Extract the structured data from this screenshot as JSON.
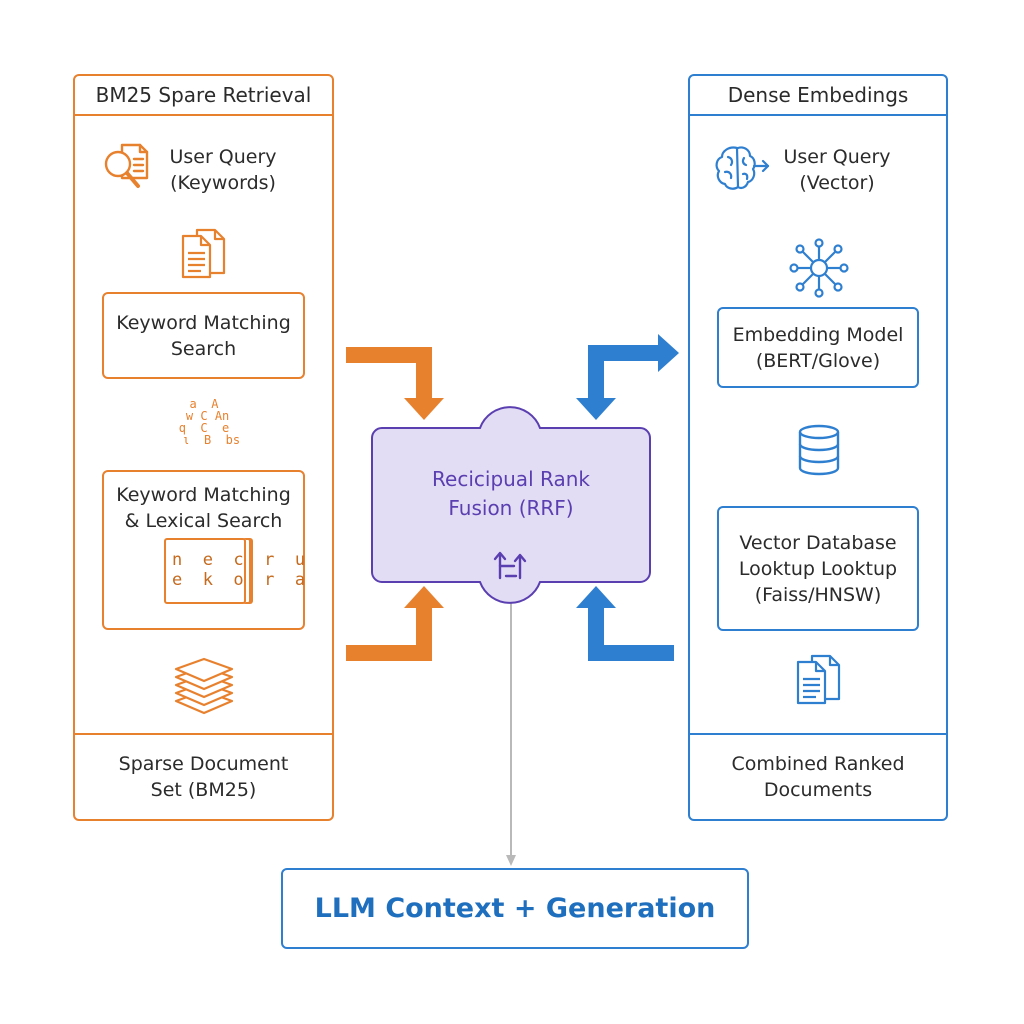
{
  "left_panel": {
    "title": "BM25 Spare Retrieval",
    "query_label": "User Query\n(Keywords)",
    "box1": "Keyword Matching\nSearch",
    "scatter_letters": "a  A\n w C An\nq  C  e\n  ι  B  bs",
    "box2": "Keyword Matching\n& Lexical Search",
    "box2_letters": "n  e  c  r  u\ne  k  o  r  a",
    "footer": "Sparse Document\nSet (BM25)",
    "color": "#e8812e",
    "icons": [
      "search-document-icon",
      "documents-icon",
      "letters-icon",
      "stack-layers-icon"
    ]
  },
  "right_panel": {
    "title": "Dense Embedings",
    "query_label": "User Query\n(Vector)",
    "box1": "Embedding Model\n(BERT/Glove)",
    "box2": "Vector Database\nLooktup Looktup\n(Faiss/HNSW)",
    "footer": "Combined Ranked\nDocuments",
    "color": "#2f7fd0",
    "icons": [
      "brain-icon",
      "network-icon",
      "database-icon",
      "documents-icon"
    ]
  },
  "fusion": {
    "label": "Recicipual Rank\nFusion (RRF)",
    "color": "#5a3fb0",
    "fill": "#e3dcf5"
  },
  "output": {
    "label": "LLM Context + Generation"
  }
}
